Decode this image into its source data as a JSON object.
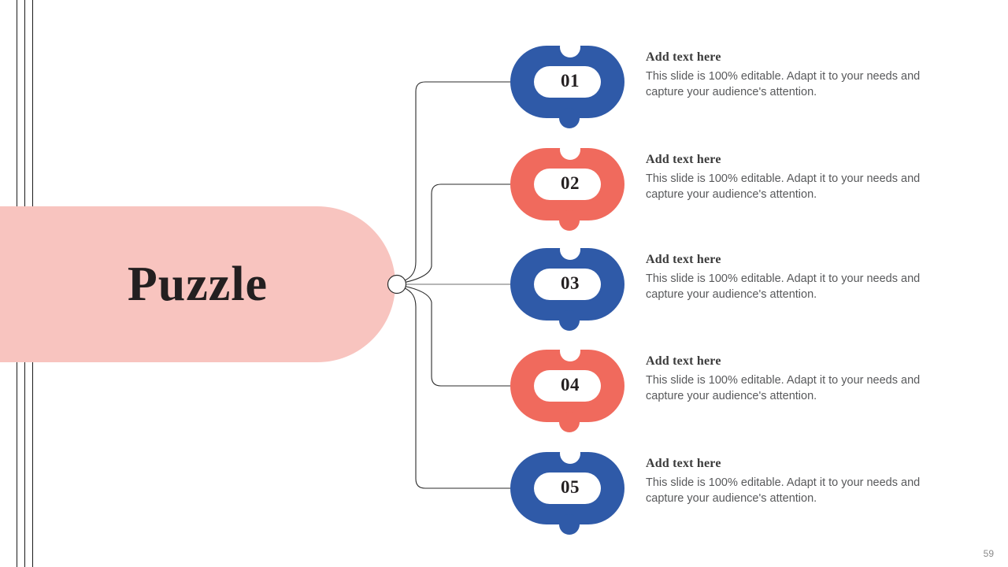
{
  "slide": {
    "title": "Puzzle",
    "page_number": "59"
  },
  "colors": {
    "banner_pink": "#f8c4bf",
    "piece_blue": "#2f5aa8",
    "piece_coral": "#f06a5d",
    "title_ink": "#231f20",
    "heading_ink": "#3b3b3b",
    "body_ink": "#58595b",
    "rule_ink": "#1a1a1a",
    "connector_ink": "#2b2b2b",
    "page_number_ink": "#8a8a8a"
  },
  "decor": {
    "vertical_rules": 3,
    "hub_label": "hub-node"
  },
  "items": [
    {
      "number": "01",
      "color": "#2f5aa8",
      "heading": "Add text here",
      "body": "This slide is 100% editable. Adapt it to your needs and capture your audience's attention."
    },
    {
      "number": "02",
      "color": "#f06a5d",
      "heading": "Add text here",
      "body": "This slide is 100% editable. Adapt it to your needs and capture your audience's attention."
    },
    {
      "number": "03",
      "color": "#2f5aa8",
      "heading": "Add text here",
      "body": "This slide is 100% editable. Adapt it to your needs and capture your audience's attention."
    },
    {
      "number": "04",
      "color": "#f06a5d",
      "heading": "Add text here",
      "body": "This slide is 100% editable. Adapt it to your needs and capture your audience's attention."
    },
    {
      "number": "05",
      "color": "#2f5aa8",
      "heading": "Add text here",
      "body": "This slide is 100% editable. Adapt it to your needs and capture your audience's attention."
    }
  ]
}
